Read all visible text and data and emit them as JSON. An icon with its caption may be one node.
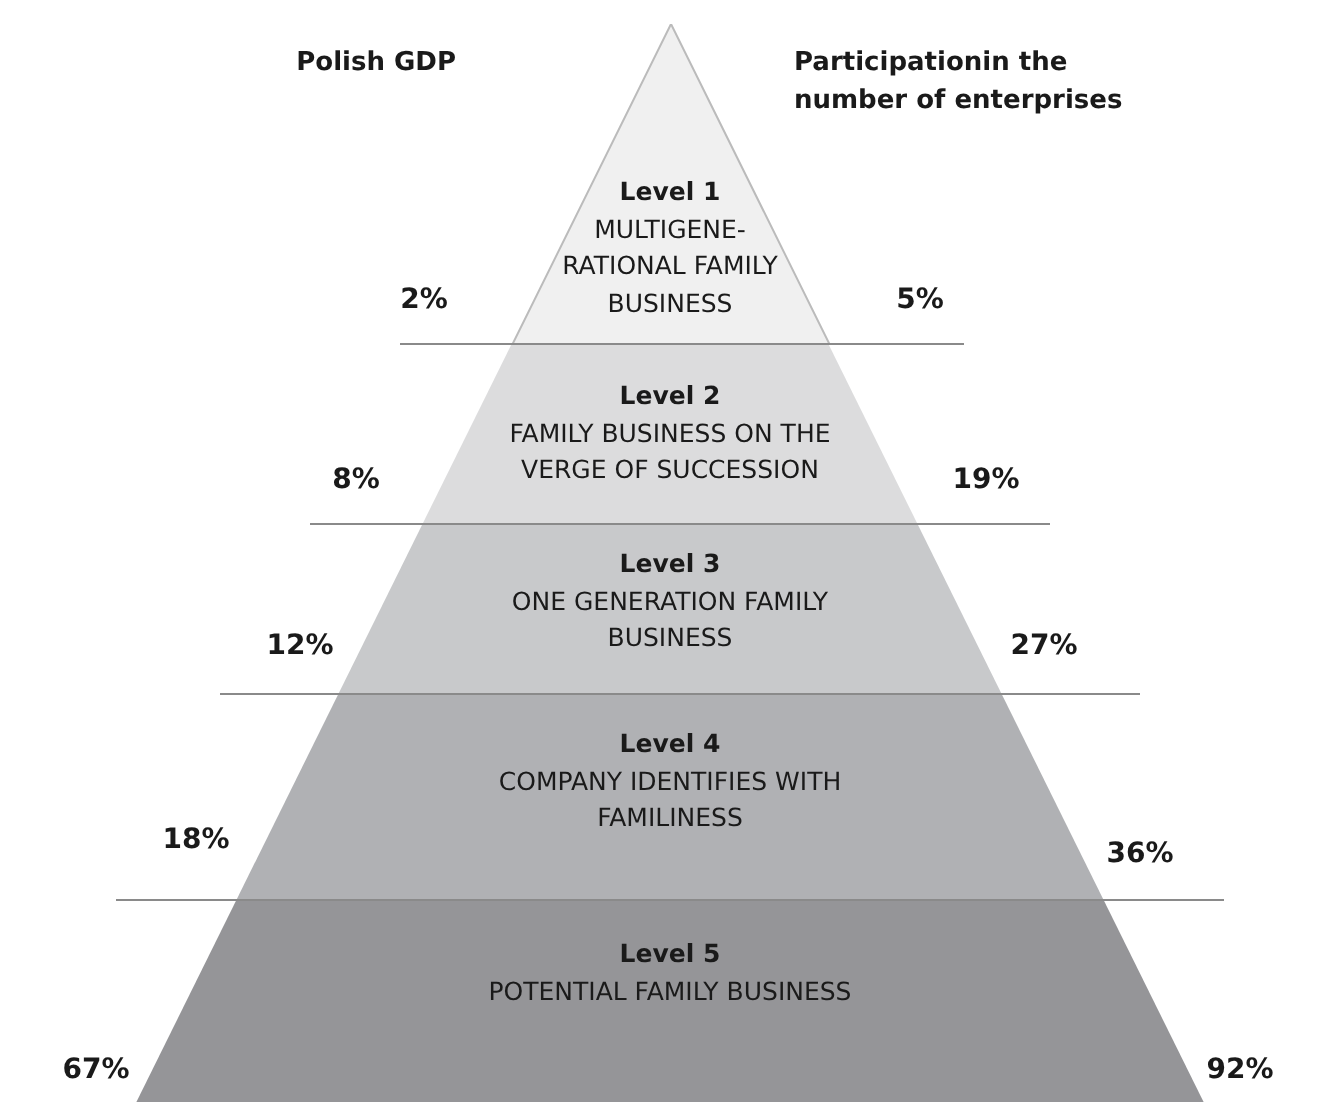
{
  "diagram": {
    "nodes": [
      {
        "text": [
          "Level 1",
          "MULTIGENE-RATIONAL FAMILY BUSINESS"
        ]
      },
      {
        "text": [
          "Level 2",
          "FAMILY BUSINESS ON THE VERGE OF SUCCESSION"
        ]
      },
      {
        "text": [
          "Level 3",
          "ONE GENERATION FAMILY BUSINESS"
        ]
      },
      {
        "text": [
          "Level 4",
          "COMPANY IDENTIFIES WITH FAMILINESS"
        ]
      },
      {
        "text": [
          "Level 5",
          "POTENTIAL FAMILY BUSINESS"
        ]
      }
    ],
    "labels": [
      "Polish GDP",
      "Participationin the number of enterprises",
      "2%",
      "5%",
      "8%",
      "19%",
      "12%",
      "27%",
      "18%",
      "36%",
      "67%",
      "92%"
    ]
  }
}
